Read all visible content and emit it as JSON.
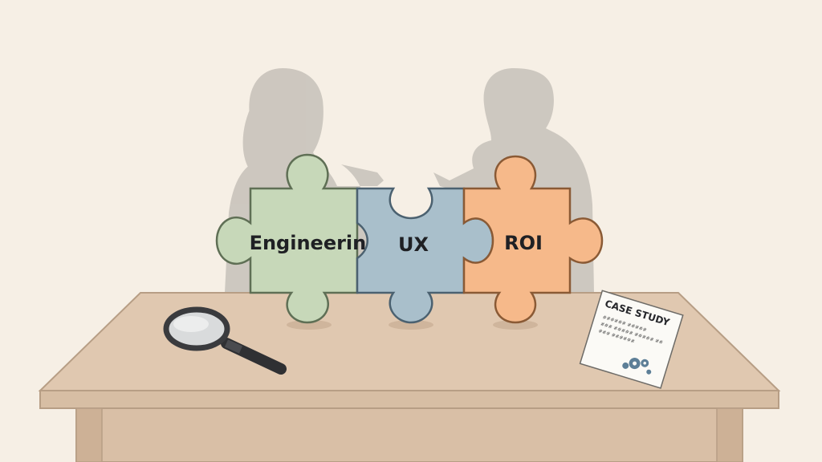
{
  "scene": {
    "background_color": "#f6efe5",
    "silhouette_color": "#c9c3bb"
  },
  "puzzle_pieces": [
    {
      "label": "Engineering",
      "color": "#c7d8b9"
    },
    {
      "label": "UX",
      "color": "#a9bfcb"
    },
    {
      "label": "ROI",
      "color": "#f6b98a"
    }
  ],
  "desk": {
    "top_color": "#e0c8b0",
    "front_color": "#d9bfa6"
  },
  "objects": {
    "magnifying_glass": {
      "icon": "magnifying-glass-icon"
    },
    "case_study": {
      "title": "CASE STUDY",
      "lines": [
        "###### #####",
        "### ##### ##### ##",
        "### ######"
      ],
      "icon": "gears-icon"
    }
  }
}
